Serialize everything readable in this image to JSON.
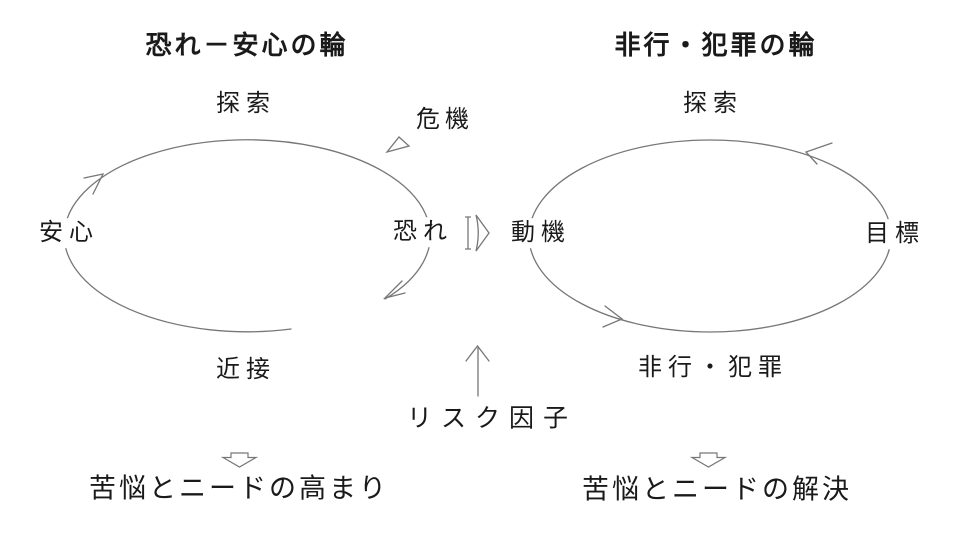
{
  "colors": {
    "background": "#ffffff",
    "line": "#777777",
    "text": "#1a1a1a"
  },
  "left_cycle": {
    "title": "恐れ－安心の輪",
    "node_top": "探索",
    "node_left": "安心",
    "node_right": "恐れ",
    "node_bottom": "近接",
    "outcome": "苦悩とニードの高まり"
  },
  "right_cycle": {
    "title": "非行・犯罪の輪",
    "node_top": "探索",
    "node_left": "動機",
    "node_right": "目標",
    "node_bottom": "非行・犯罪",
    "outcome": "苦悩とニードの解決"
  },
  "center": {
    "crisis_label": "危機",
    "risk_label": "リスク因子"
  }
}
